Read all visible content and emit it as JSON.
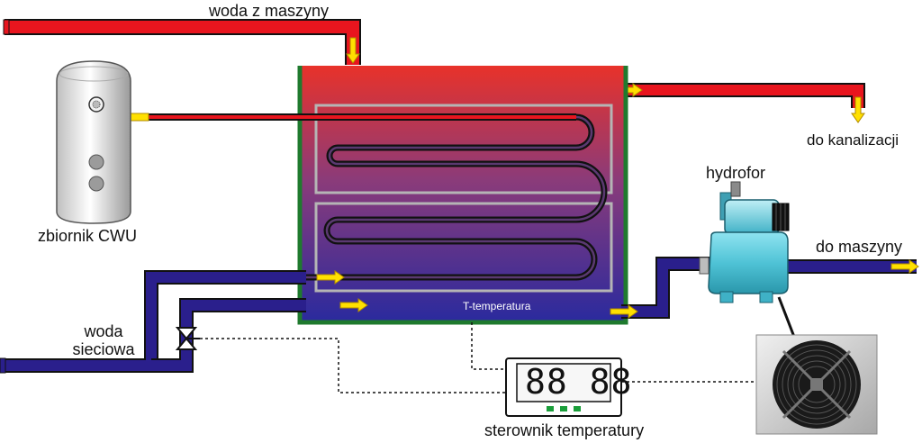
{
  "labels": {
    "machine_water_in": "woda z maszyny",
    "to_sewer": "do kanalizacji",
    "hot_water_tank": "zbiornik CWU",
    "pump": "hydrofor",
    "to_machine": "do maszyny",
    "mains_water_line1": "woda",
    "mains_water_line2": "sieciowa",
    "temp_sensor": "T-temperatura",
    "controller": "sterownik temperatury"
  },
  "controller_display": "88 88",
  "colors": {
    "hot_pipe": "#e8151e",
    "cold_pipe": "#2a1f8c",
    "arrow": "#ffe000",
    "tank_frame": "#1f7a2e",
    "coil": "#111111",
    "pump": "#4fc3d6"
  },
  "icons": [
    "valve-icon",
    "radiator-fan-icon",
    "pump-icon",
    "boiler-tank-icon"
  ]
}
